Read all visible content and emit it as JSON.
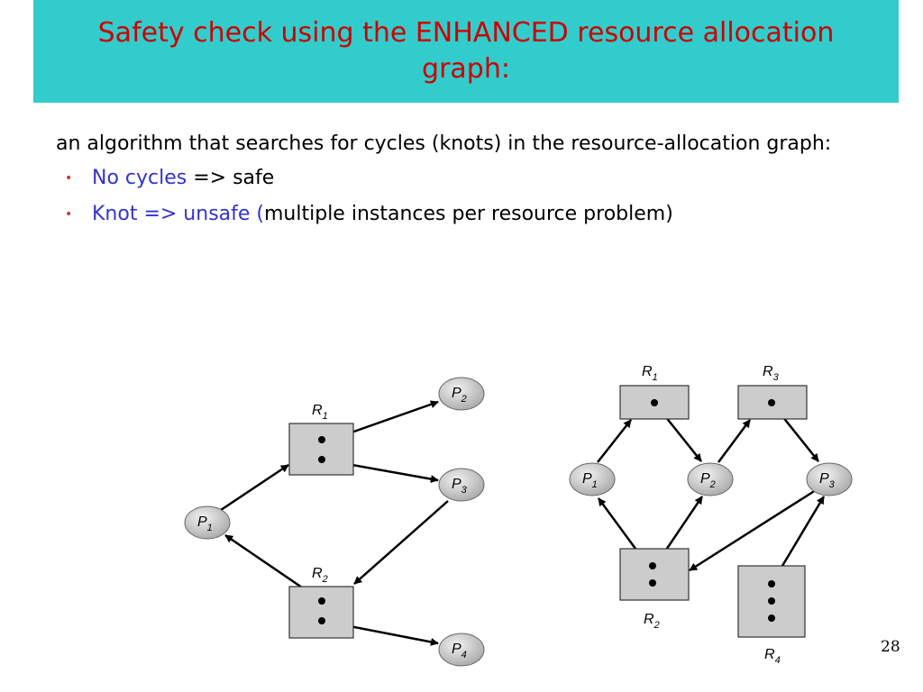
{
  "slide": {
    "title": "Safety check using the ENHANCED resource allocation graph:",
    "intro": "an algorithm that searches for cycles (knots) in the resource-allocation graph:",
    "bullets": [
      {
        "highlight": "No cycles",
        "rest": " => safe"
      },
      {
        "highlight": "Knot => unsafe (",
        "rest": "multiple instances per resource problem)"
      }
    ],
    "page_number": "28"
  },
  "colors": {
    "title_bar": "#33cccc",
    "title_text": "#cc0000",
    "highlight": "#3333cc",
    "node_fill": "#cccccc"
  },
  "diagram_left": {
    "nodes": {
      "R1": {
        "label": "R",
        "sub": "1"
      },
      "R2": {
        "label": "R",
        "sub": "2"
      },
      "P1": {
        "label": "P",
        "sub": "1"
      },
      "P2": {
        "label": "P",
        "sub": "2"
      },
      "P3": {
        "label": "P",
        "sub": "3"
      },
      "P4": {
        "label": "P",
        "sub": "4"
      }
    }
  },
  "diagram_right": {
    "nodes": {
      "R1": {
        "label": "R",
        "sub": "1"
      },
      "R2": {
        "label": "R",
        "sub": "2"
      },
      "R3": {
        "label": "R",
        "sub": "3"
      },
      "R4": {
        "label": "R",
        "sub": "4"
      },
      "P1": {
        "label": "P",
        "sub": "1"
      },
      "P2": {
        "label": "P",
        "sub": "2"
      },
      "P3": {
        "label": "P",
        "sub": "3"
      }
    }
  }
}
